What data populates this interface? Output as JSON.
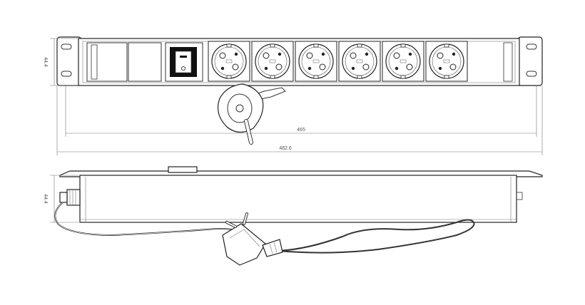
{
  "dimensions": {
    "top_height": "44.4",
    "inner_width": "465",
    "overall_width": "482.6",
    "side_height": "44.4"
  },
  "colors": {
    "line": "#333333",
    "dimension": "#777777",
    "switch_fill": "#111111",
    "background": "#ffffff"
  },
  "counts": {
    "sockets": 6,
    "blank_panels": 2
  }
}
